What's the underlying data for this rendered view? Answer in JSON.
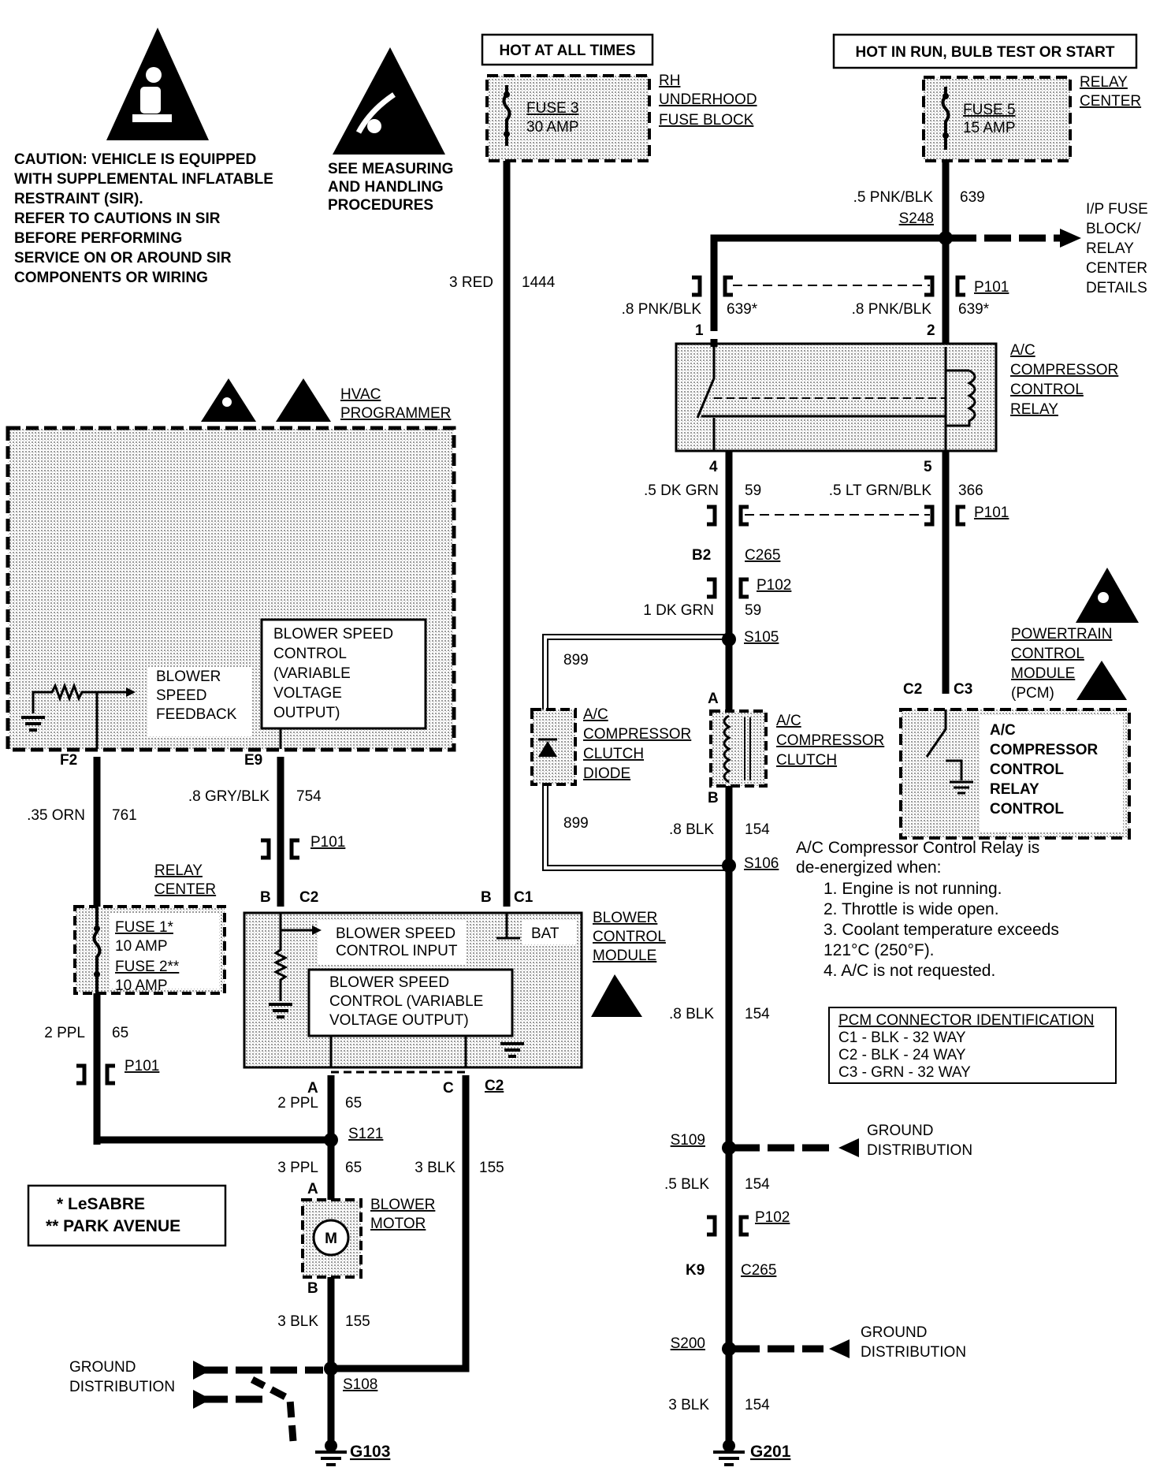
{
  "supplies": {
    "hot_at_all_times": "HOT AT ALL TIMES",
    "hot_in_run": "HOT IN RUN, BULB TEST OR START"
  },
  "caution": {
    "lines": [
      "CAUTION: VEHICLE IS EQUIPPED",
      "WITH SUPPLEMENTAL INFLATABLE",
      "RESTRAINT (SIR).",
      "REFER TO CAUTIONS IN SIR",
      "BEFORE PERFORMING",
      "SERVICE ON OR AROUND SIR",
      "COMPONENTS OR WIRING"
    ],
    "esd_lines": [
      "SEE MEASURING",
      "AND HANDLING",
      "PROCEDURES"
    ]
  },
  "fuses": {
    "fuse3": {
      "name": "FUSE 3",
      "rating": "30 AMP"
    },
    "rh_underhood": [
      "RH",
      "UNDERHOOD",
      "FUSE BLOCK"
    ],
    "fuse5": {
      "name": "FUSE 5",
      "rating": "15 AMP"
    },
    "relay_center_top": [
      "RELAY",
      "CENTER"
    ],
    "relay_center_left": [
      "RELAY",
      "CENTER"
    ],
    "fuse1": "FUSE 1*",
    "fuse1_rating": "10 AMP",
    "fuse2": "FUSE 2**",
    "fuse2_rating": "10 AMP"
  },
  "components": {
    "hvac_programmer": [
      "HVAC",
      "PROGRAMMER"
    ],
    "blower_speed_feedback": [
      "BLOWER",
      "SPEED",
      "FEEDBACK"
    ],
    "blower_speed_control": [
      "BLOWER SPEED",
      "CONTROL",
      "(VARIABLE",
      "VOLTAGE",
      "OUTPUT)"
    ],
    "ac_relay": [
      "A/C",
      "COMPRESSOR",
      "CONTROL",
      "RELAY"
    ],
    "ac_clutch_diode": [
      "A/C",
      "COMPRESSOR",
      "CLUTCH",
      "DIODE"
    ],
    "ac_clutch": [
      "A/C",
      "COMPRESSOR",
      "CLUTCH"
    ],
    "pcm": [
      "POWERTRAIN",
      "CONTROL",
      "MODULE",
      "(PCM)"
    ],
    "pcm_relay_control": [
      "A/C",
      "COMPRESSOR",
      "CONTROL",
      "RELAY",
      "CONTROL"
    ],
    "blower_control_module": [
      "BLOWER",
      "CONTROL",
      "MODULE"
    ],
    "bcm_input": [
      "BLOWER SPEED",
      "CONTROL INPUT"
    ],
    "bcm_output": [
      "BLOWER SPEED",
      "CONTROL (VARIABLE",
      "VOLTAGE OUTPUT)"
    ],
    "bat": "BAT",
    "blower_motor": [
      "BLOWER",
      "MOTOR"
    ],
    "motor_symbol": "M",
    "ifp_fuse": [
      "I/P FUSE",
      "BLOCK/",
      "RELAY",
      "CENTER",
      "DETAILS"
    ]
  },
  "relay_note": {
    "title": [
      "A/C Compressor Control Relay is",
      "de-energized when:"
    ],
    "items": [
      "1.  Engine is not running.",
      "2.  Throttle is wide open.",
      "3.  Coolant temperature exceeds",
      "     121°C (250°F).",
      "4.  A/C is not requested."
    ]
  },
  "pcm_table": {
    "title": "PCM CONNECTOR IDENTIFICATION",
    "rows": [
      "C1 - BLK - 32 WAY",
      "C2 - BLK - 24 WAY",
      "C3 - GRN - 32 WAY"
    ]
  },
  "legend": [
    "* LeSABRE",
    "** PARK AVENUE"
  ],
  "ground": {
    "dist": [
      "GROUND",
      "DISTRIBUTION"
    ],
    "g103": "G103",
    "g201": "G201"
  },
  "wires": [
    {
      "label": "3 RED",
      "circuit": "1444"
    },
    {
      "label": ".5 PNK/BLK",
      "circuit": "639"
    },
    {
      "label": ".8 PNK/BLK",
      "circuit": "639*"
    },
    {
      "label": ".8 PNK/BLK",
      "circuit": "639*"
    },
    {
      "label": ".5 DK GRN",
      "circuit": "59"
    },
    {
      "label": ".5 LT GRN/BLK",
      "circuit": "366"
    },
    {
      "label": "1 DK GRN",
      "circuit": "59"
    },
    {
      "label": ".35 ORN",
      "circuit": "761"
    },
    {
      "label": ".8 GRY/BLK",
      "circuit": "754"
    },
    {
      "label": ".8 BLK",
      "circuit": "154"
    },
    {
      "label": ".8 BLK",
      "circuit": "154"
    },
    {
      "label": ".5 BLK",
      "circuit": "154"
    },
    {
      "label": "3 BLK",
      "circuit": "154"
    },
    {
      "label": "2 PPL",
      "circuit": "65"
    },
    {
      "label": "2 PPL",
      "circuit": "65"
    },
    {
      "label": "3 PPL",
      "circuit": "65"
    },
    {
      "label": "3 BLK",
      "circuit": "155"
    },
    {
      "label": "3 BLK",
      "circuit": "155"
    },
    {
      "label": "",
      "circuit": "899"
    },
    {
      "label": "",
      "circuit": "899"
    }
  ],
  "connectors": {
    "p101": "P101",
    "p102": "P102",
    "c265": "C265",
    "s248": "S248",
    "s105": "S105",
    "s106": "S106",
    "s109": "S109",
    "s121": "S121",
    "s108": "S108",
    "s200": "S200"
  },
  "pins": {
    "relay_1": "1",
    "relay_2": "2",
    "relay_4": "4",
    "relay_5": "5",
    "b2": "B2",
    "k9": "K9",
    "c2": "C2",
    "c3": "C3",
    "c1": "C1",
    "f2": "F2",
    "e9": "E9",
    "a": "A",
    "b": "B",
    "c": "C"
  }
}
